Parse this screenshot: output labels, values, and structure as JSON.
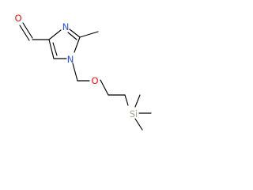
{
  "molecule": {
    "atoms": {
      "aldehyde_oxygen": "O",
      "ring_nitrogen_top": "N",
      "ring_nitrogen_n1": "N",
      "ether_oxygen": "O",
      "silicon": "Si"
    }
  },
  "colors": {
    "bond": "#000000",
    "carbon_label": "#000000",
    "oxygen": "#ff0d0d",
    "nitrogen": "#3050f8",
    "silicon": "#b0a08a"
  }
}
